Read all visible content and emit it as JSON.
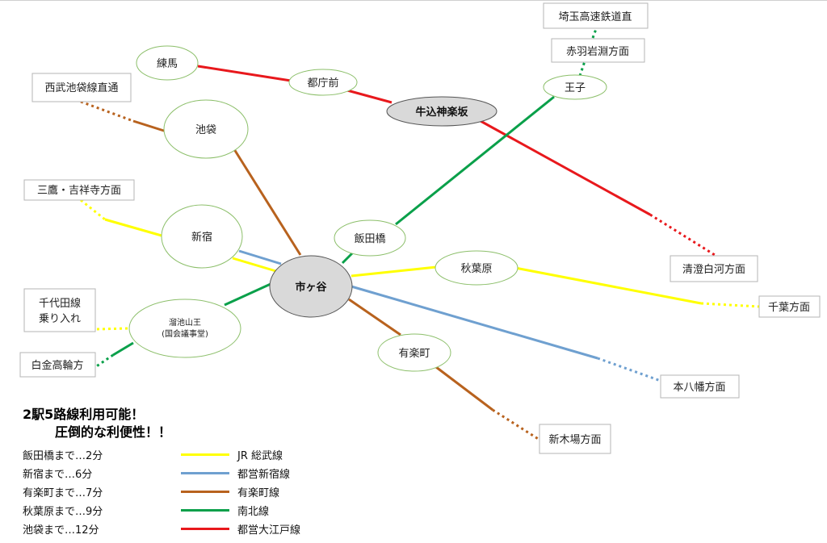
{
  "stations": {
    "ichigaya": "市ヶ谷",
    "ushigome": "牛込神楽坂",
    "tochomae": "都庁前",
    "nerima": "練馬",
    "ikebukuro": "池袋",
    "shinjuku": "新宿",
    "iidabashi": "飯田橋",
    "oji": "王子",
    "akihabara": "秋葉原",
    "tameike_1": "溜池山王",
    "tameike_2": "(国会議事堂)",
    "yurakucho": "有楽町"
  },
  "directions": {
    "saitama": "埼玉高速鉄道直",
    "akabane": "赤羽岩淵方面",
    "seibu": "西武池袋線直通",
    "mitaka": "三鷹・吉祥寺方面",
    "chiyoda_1": "千代田線",
    "chiyoda_2": "乗り入れ",
    "shirokane": "白金高輪方",
    "kiyosumi": "清澄白河方面",
    "chiba": "千葉方面",
    "motoyawata": "本八幡方面",
    "shinkiba": "新木場方面"
  },
  "headline": {
    "line1": "2駅5路線利用可能！",
    "line2": "圧倒的な利便性！！"
  },
  "travel_times": [
    "飯田橋まで…2分",
    "新宿まで…6分",
    "有楽町まで…7分",
    "秋葉原まで…9分",
    "池袋まで…12分"
  ],
  "lines": [
    {
      "name": "JR 総武線",
      "color": "#ffff00"
    },
    {
      "name": "都営新宿線",
      "color": "#6fa0d0"
    },
    {
      "name": "有楽町線",
      "color": "#b8621e"
    },
    {
      "name": "南北線",
      "color": "#0aa04a"
    },
    {
      "name": "都営大江戸線",
      "color": "#e8181c"
    }
  ]
}
